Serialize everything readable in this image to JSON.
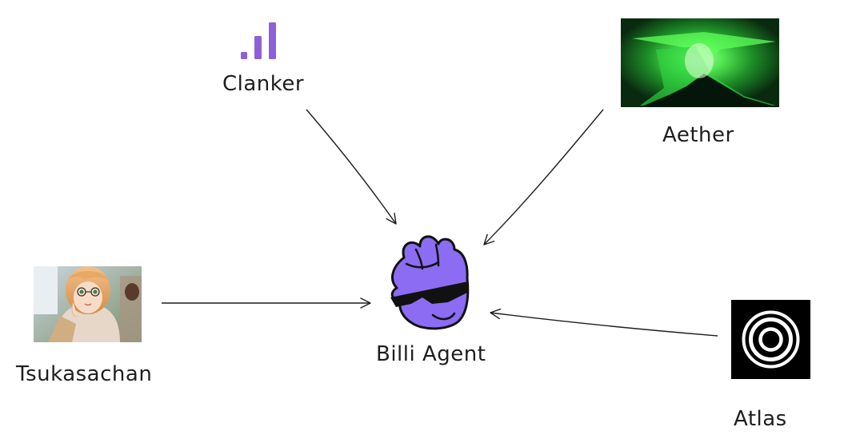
{
  "diagram": {
    "nodes": {
      "clanker": {
        "label": "Clanker",
        "icon": "bar-chart-icon",
        "color": "#8e5fd8"
      },
      "aether": {
        "label": "Aether",
        "icon": "green-mountain-logo",
        "color": "#39ff5a"
      },
      "billi_agent": {
        "label": "Billi Agent",
        "icon": "purple-hand-sunglasses-mascot",
        "color": "#8b6cf2"
      },
      "tsukasachan": {
        "label": "Tsukasachan",
        "icon": "anime-girl-portrait"
      },
      "atlas": {
        "label": "Atlas",
        "icon": "concentric-circles-logo",
        "color": "#000000"
      }
    },
    "edges": [
      {
        "from": "Clanker",
        "to": "Billi Agent"
      },
      {
        "from": "Aether",
        "to": "Billi Agent"
      },
      {
        "from": "Tsukasachan",
        "to": "Billi Agent"
      },
      {
        "from": "Atlas",
        "to": "Billi Agent"
      }
    ]
  }
}
